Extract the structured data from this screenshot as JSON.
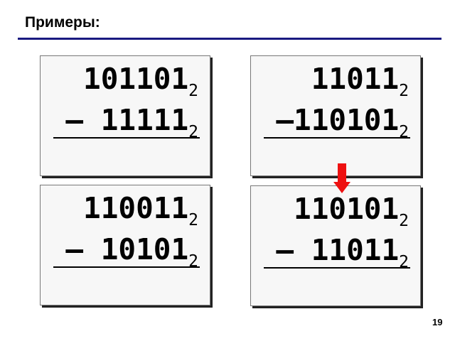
{
  "title": "Примеры:",
  "examples": [
    {
      "minuend": "101101",
      "subtrahend": "11111",
      "base": "2",
      "operator": "–",
      "op_spacing": " "
    },
    {
      "minuend": "11011",
      "subtrahend": "110101",
      "base": "2",
      "operator": "–",
      "op_spacing": ""
    },
    {
      "minuend": "110011",
      "subtrahend": "10101",
      "base": "2",
      "operator": "–",
      "op_spacing": " "
    },
    {
      "minuend": "110101",
      "subtrahend": "11011",
      "base": "2",
      "operator": "–",
      "op_spacing": " "
    }
  ],
  "arrow": {
    "icon": "down-arrow-icon",
    "color": "#ee1111"
  },
  "accent_color": "#1a1a80",
  "page_number": "19"
}
